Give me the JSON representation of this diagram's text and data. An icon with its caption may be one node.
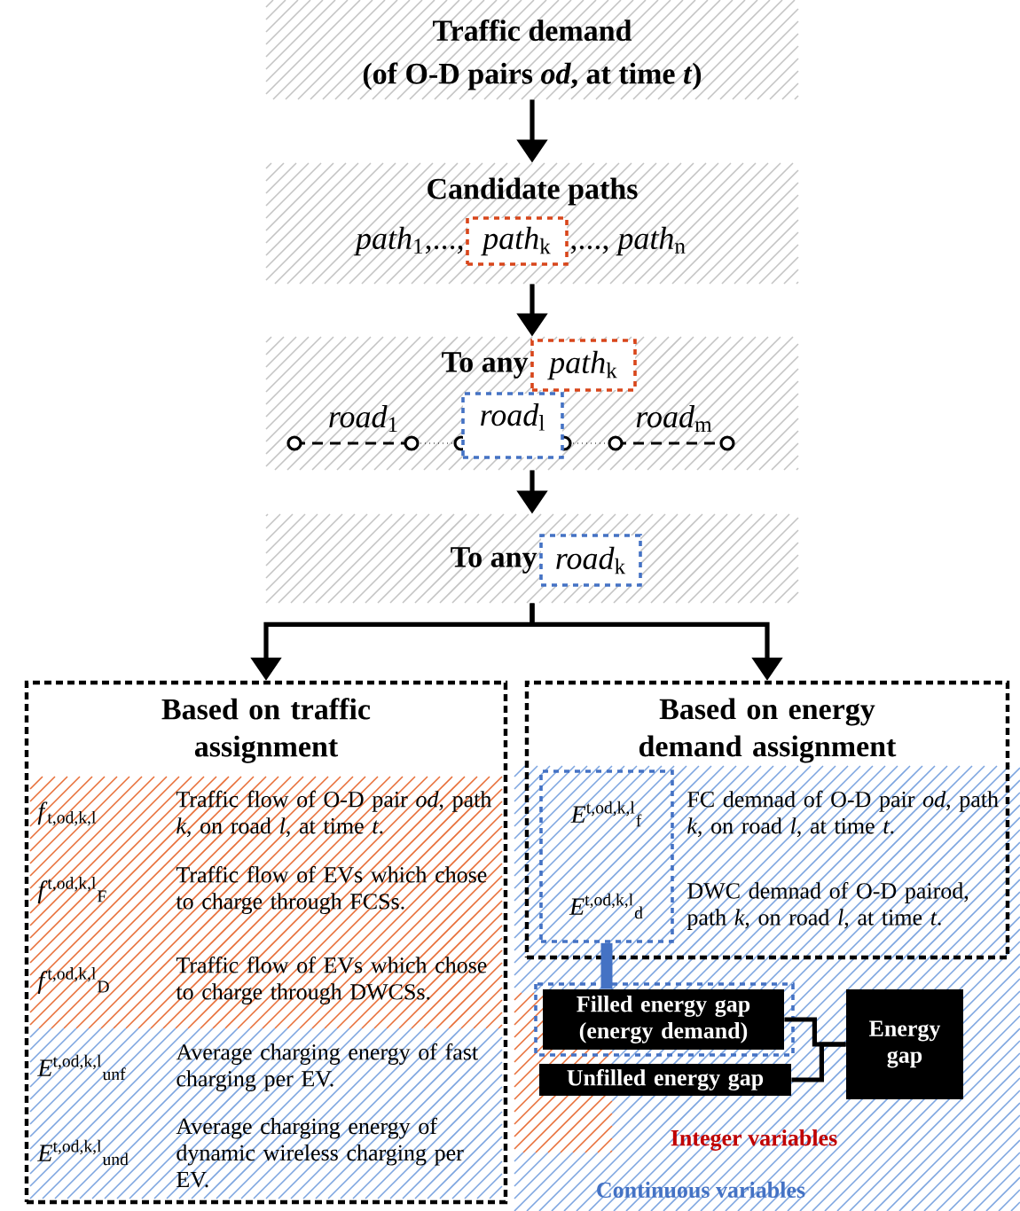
{
  "diagram": {
    "nodes": [
      {
        "text": [
          "Traffic demand",
          "(of O-D pairs *od*, at time *t*)"
        ]
      },
      {
        "text": [
          "Candidate paths",
          "*path*$_{1}$,...,",
          ",..., *path*$_{n}$"
        ]
      },
      {
        "text": [
          "*path*$_{k}$"
        ],
        "in": 1
      },
      {
        "text": [
          "To any",
          "*road*$_{1}$",
          "*road*$_{m}$"
        ]
      },
      {
        "text": [
          "*path*$_{k}$"
        ],
        "in": 3
      },
      {
        "text": [
          "*road*$_{l}$"
        ],
        "in": 3
      },
      {
        "text": [
          "To any"
        ]
      },
      {
        "text": [
          "*road*$_{k}$"
        ],
        "in": 6
      },
      {
        "text": [
          "Based on traffic assignment",
          "*f*$_{t,od,k,l}$",
          "Traffic flow of O-D pair *od*, path *k*, on road *l*, at time *t*.",
          "*f*$^{t,od,k,l}$$_{F}$",
          "Traffic flow of EVs which chose to charge through FCSs.",
          "*f*$^{t,od,k,l}$$_{D}$",
          "Traffic flow of EVs which chose to charge through DWCSs.",
          "*E*$^{t,od,k,l}$$_{unf}$",
          "Average charging energy of fast charging per EV.",
          "*E*$^{t,od,k,l}$$_{und}$",
          "Average charging energy of dynamic wireless charging per EV."
        ]
      },
      {
        "text": [
          "Based on energy demand assignment",
          "FC demnad of O-D pair *od*, path *k*, on road *l*, at time *t*.",
          "DWC demnad of O-D pairod, path *k*, on road *l*, at time *t*."
        ]
      },
      {
        "text": [
          "*E*$^{t,od,k,l}$$_{f}$",
          "*E*$^{t,od,k,l}$$_{d}$"
        ],
        "in": 9
      },
      {
        "text": [
          "Filled energy gap (energy demand)"
        ]
      },
      {
        "text": [
          "Unfilled energy gap"
        ]
      },
      {
        "text": [
          "Energy gap"
        ]
      }
    ],
    "edges": [
      {
        "from": 0,
        "to": 1,
        "arrow": "to"
      },
      {
        "from": 1,
        "to": 3,
        "arrow": "to"
      },
      {
        "from": 3,
        "to": 6,
        "arrow": "to"
      },
      {
        "from": 6,
        "to": 8,
        "arrow": "to"
      },
      {
        "from": 6,
        "to": 9,
        "arrow": "to"
      },
      {
        "from": 10,
        "to": 11,
        "arrow": "none",
        "style": "thick",
        "color": "#4472c4"
      },
      {
        "from": 11,
        "to": 13,
        "arrow": "none"
      },
      {
        "from": 12,
        "to": 13,
        "arrow": "none"
      }
    ],
    "legend": [
      {
        "text": "Integer variables",
        "color": "#e8703a"
      },
      {
        "text": "Continuous variables",
        "color": "#7ea6e0"
      }
    ]
  }
}
